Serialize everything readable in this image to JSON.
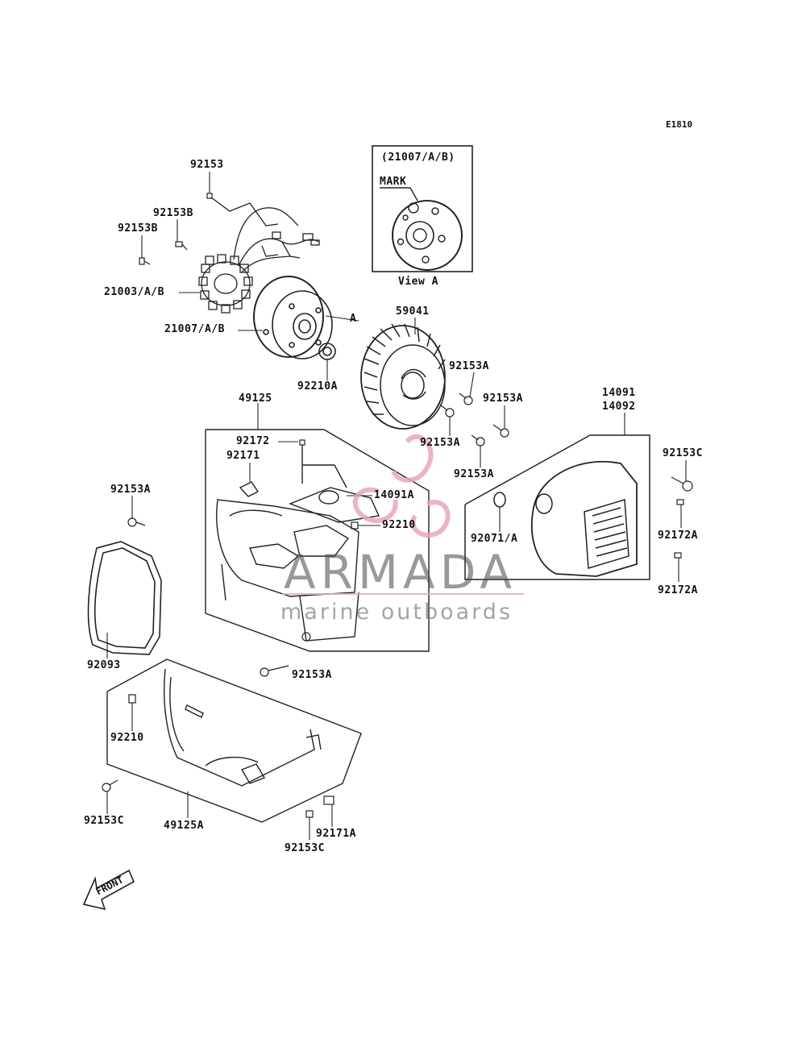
{
  "diagram": {
    "code": "E1810",
    "view_box_title": "(21007/A/B)",
    "view_box_mark": "MARK",
    "view_box_caption": "View A",
    "arrow_a": "A",
    "front_label": "FRONT",
    "colors": {
      "line": "#222222",
      "accent": "#e8a6c0"
    },
    "labels": {
      "p92153": "92153",
      "p92153B_1": "92153B",
      "p92153B_2": "92153B",
      "p21003": "21003/A/B",
      "p21007": "21007/A/B",
      "p92210A": "92210A",
      "p59041": "59041",
      "p92153A_1": "92153A",
      "p92153A_2": "92153A",
      "p92153A_3": "92153A",
      "p92153A_4": "92153A",
      "p14091": "14091",
      "p14092": "14092",
      "p49125": "49125",
      "p92172": "92172",
      "p92171": "92171",
      "p14091A": "14091A",
      "p92210_1": "92210",
      "p92153C_1": "92153C",
      "p92153A_5": "92153A",
      "p92071": "92071/A",
      "p92172A_1": "92172A",
      "p92172A_2": "92172A",
      "p92093": "92093",
      "p92153A_6": "92153A",
      "p92210_2": "92210",
      "p92153C_2": "92153C",
      "p49125A": "49125A",
      "p92171A": "92171A",
      "p92153C_3": "92153C"
    }
  },
  "watermark": {
    "brand": "ARMADA",
    "tagline": "marine outboards"
  }
}
